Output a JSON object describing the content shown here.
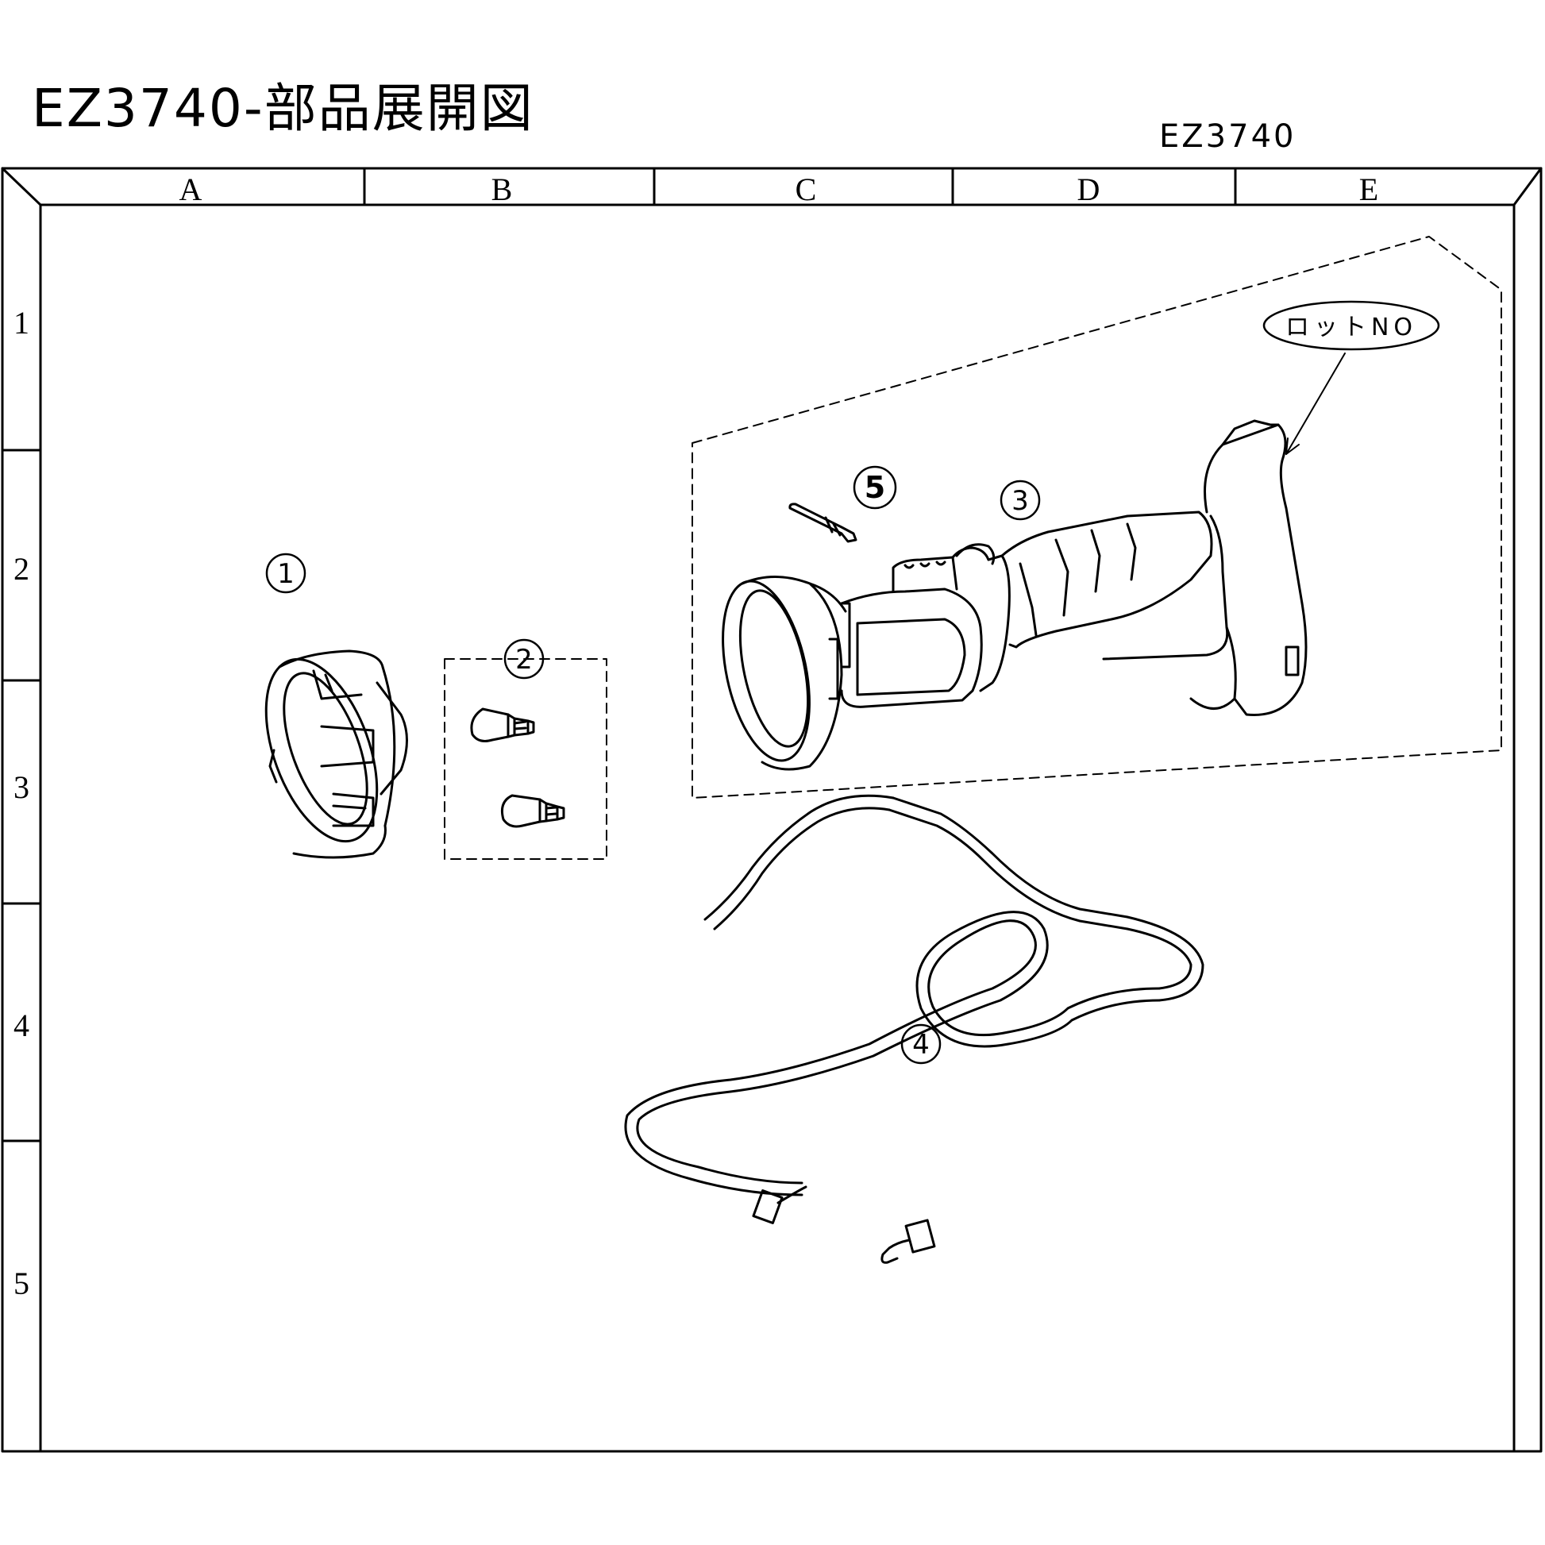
{
  "drawing": {
    "title": "EZ3740-部品展開図",
    "model_code": "EZ3740",
    "lot_label": "ロットNO"
  },
  "grid": {
    "columns": [
      "A",
      "B",
      "C",
      "D",
      "E"
    ],
    "rows": [
      "1",
      "2",
      "3",
      "4",
      "5"
    ]
  },
  "parts": [
    {
      "id": "1",
      "symbol": "1"
    },
    {
      "id": "2",
      "symbol": "2"
    },
    {
      "id": "3",
      "symbol": "3"
    },
    {
      "id": "4",
      "symbol": "4"
    },
    {
      "id": "5",
      "symbol": "5"
    }
  ],
  "style": {
    "line_color": "#000000",
    "background": "#ffffff"
  }
}
